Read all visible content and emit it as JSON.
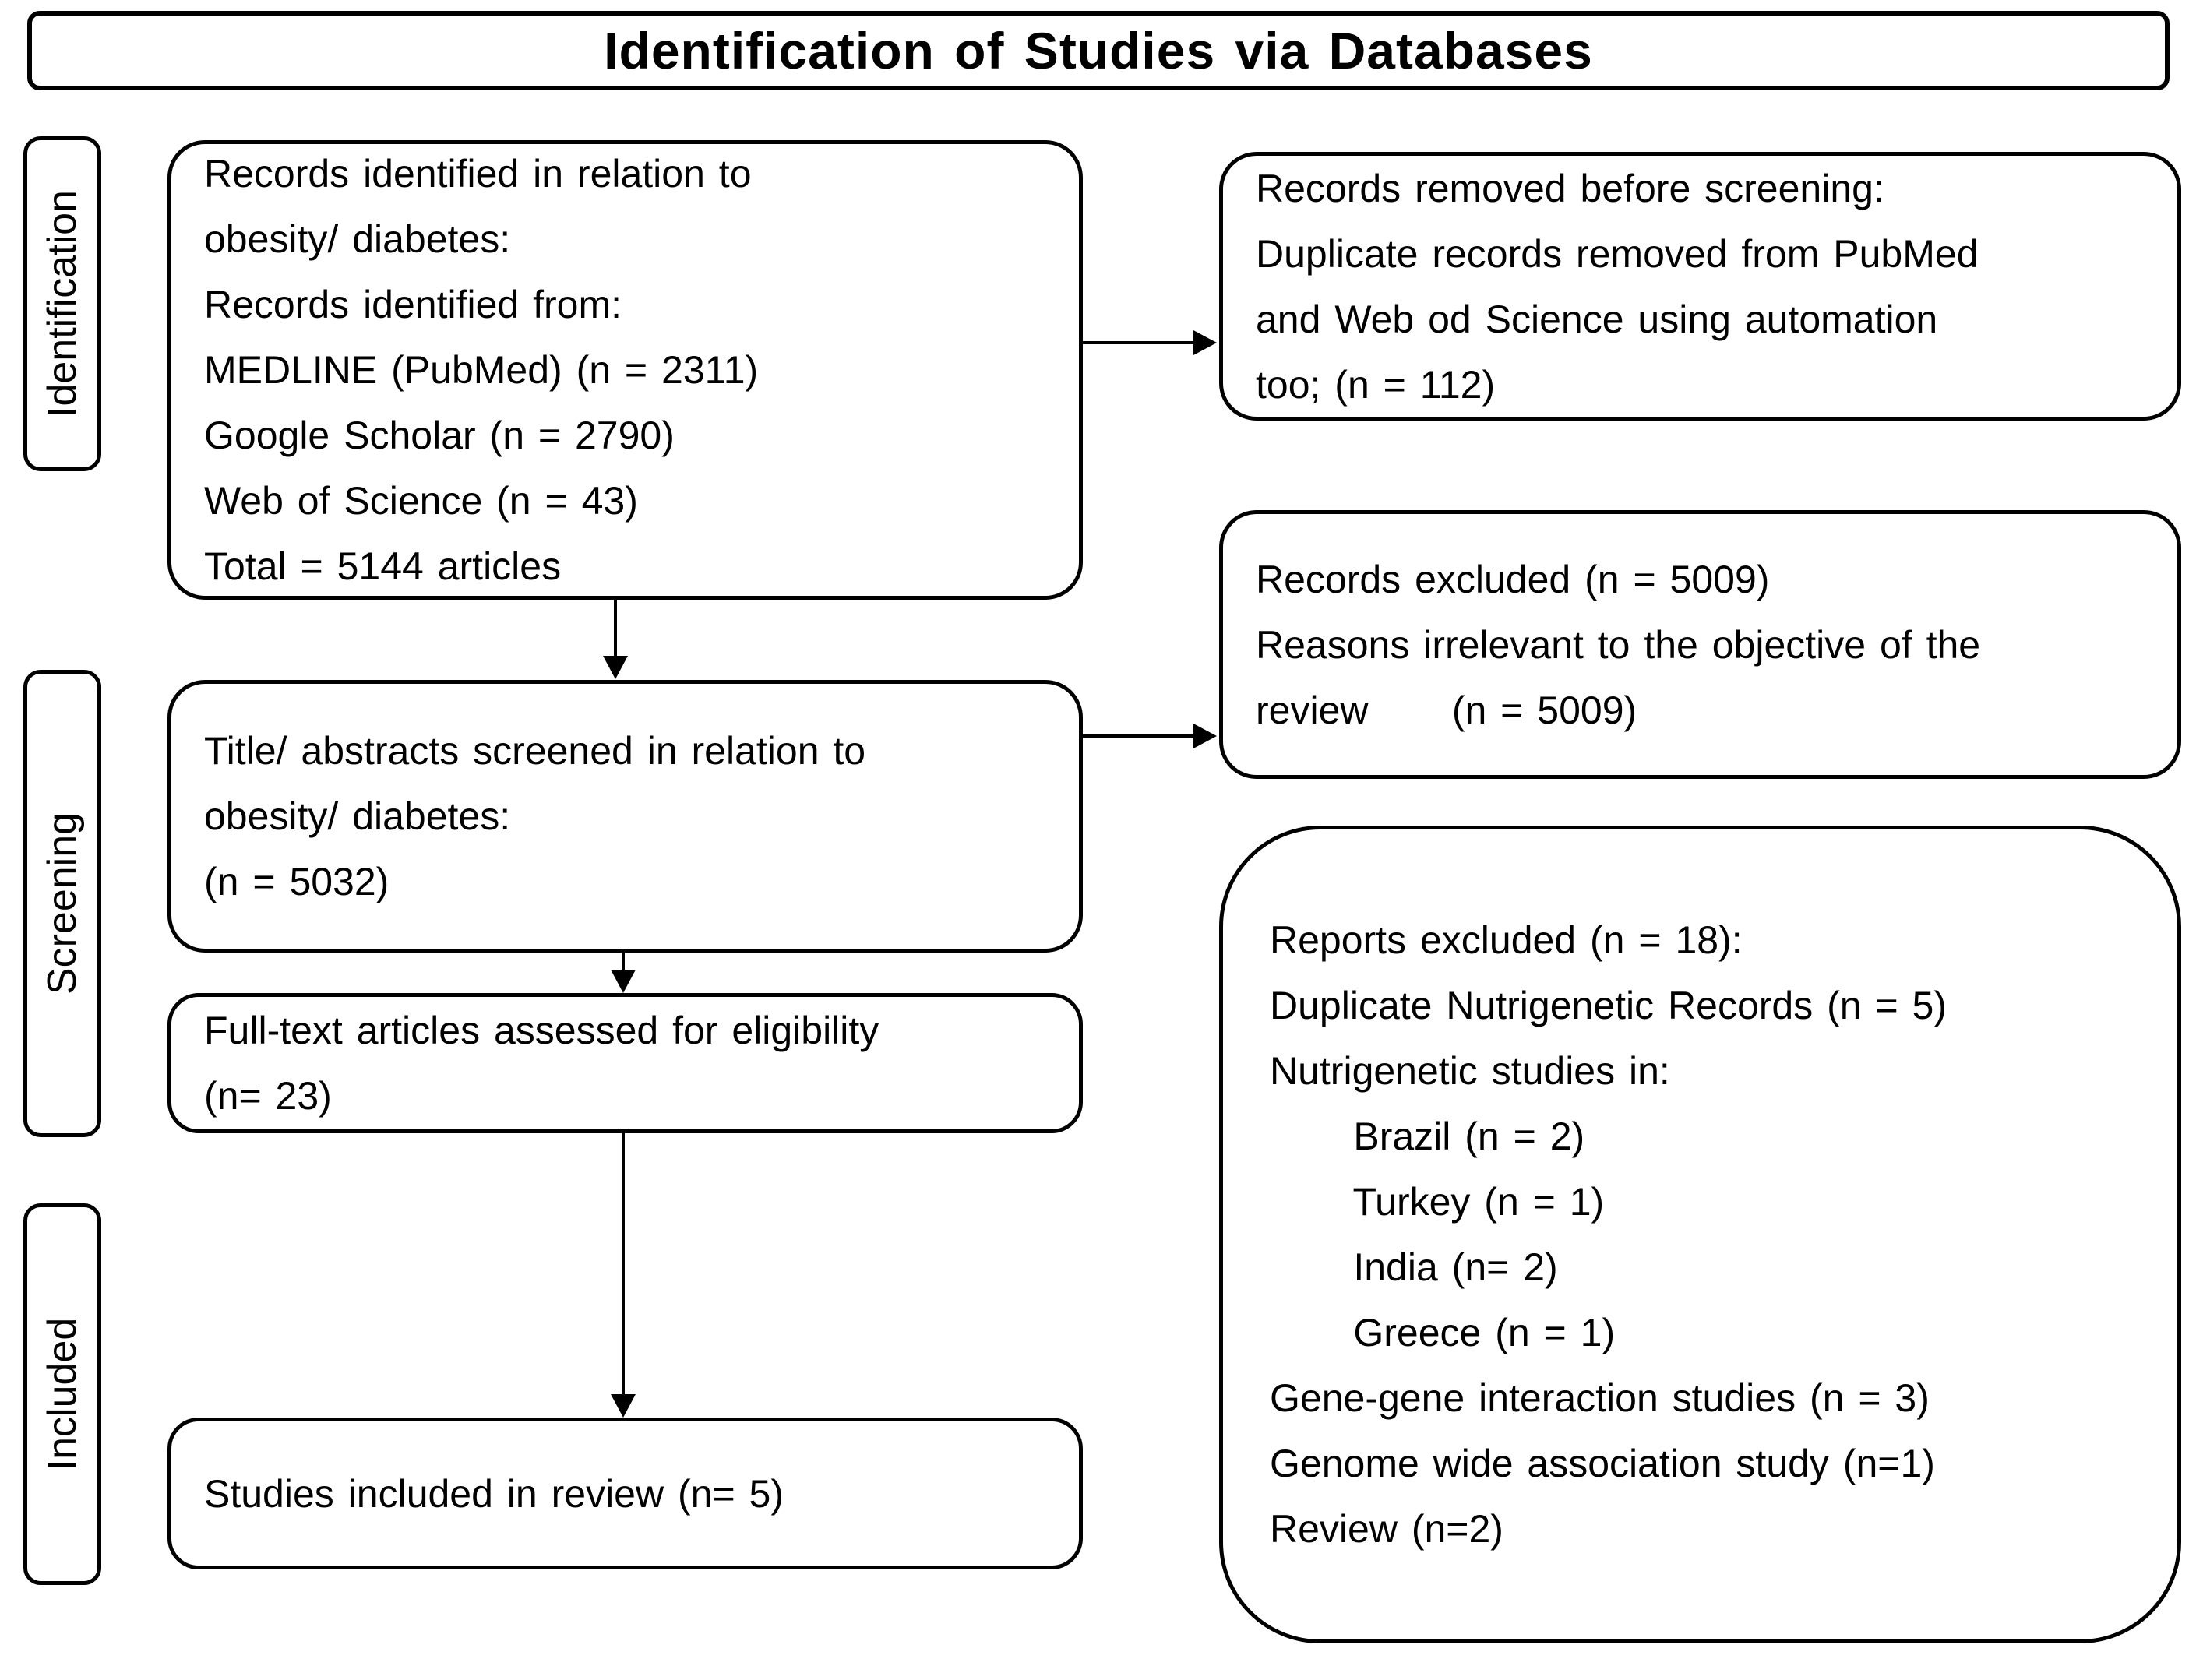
{
  "title": "Identification of Studies via Databases",
  "stages": [
    {
      "label": "Identification"
    },
    {
      "label": "Screening"
    },
    {
      "label": "Included"
    }
  ],
  "boxes": {
    "records_identified": {
      "lines": [
        "Records identified in relation to",
        "obesity/ diabetes:",
        "Records identified from:",
        "MEDLINE (PubMed) (n = 2311)",
        "Google Scholar (n = 2790)",
        "Web of Science (n = 43)",
        "Total = 5144 articles"
      ]
    },
    "records_removed": {
      "lines": [
        "Records removed before screening:",
        "Duplicate records removed from PubMed",
        "and Web od Science using automation",
        "too; (n = 112)"
      ]
    },
    "title_abstracts_screened": {
      "lines": [
        "Title/ abstracts screened in relation to",
        "obesity/ diabetes:",
        "(n = 5032)"
      ]
    },
    "records_excluded": {
      "lines": [
        "Records excluded (n = 5009)",
        "Reasons irrelevant to the objective of the",
        "review      (n = 5009)"
      ]
    },
    "fulltext_assessed": {
      "lines": [
        "Full-text articles assessed for eligibility",
        "(n= 23)"
      ]
    },
    "reports_excluded": {
      "lines": [
        "Reports excluded (n = 18):",
        "Duplicate Nutrigenetic Records (n = 5)",
        "Nutrigenetic studies in:",
        "      Brazil (n = 2)",
        "      Turkey (n = 1)",
        "      India (n= 2)",
        "      Greece (n = 1)",
        "Gene-gene interaction studies (n = 3)",
        "Genome wide association study (n=1)",
        "Review (n=2)"
      ]
    },
    "studies_included": {
      "lines": [
        "Studies included in review (n= 5)"
      ]
    }
  }
}
